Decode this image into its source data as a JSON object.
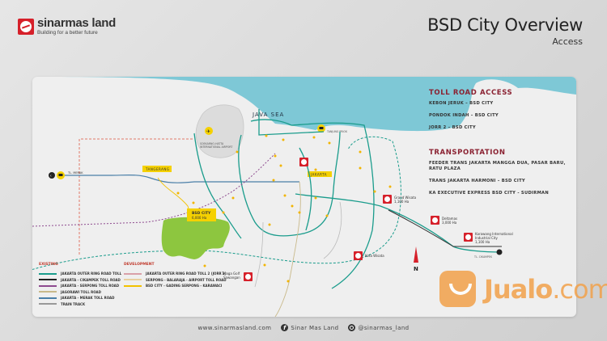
{
  "header": {
    "brand": "sinarmas land",
    "tagline": "Building for a better future",
    "title": "BSD City Overview",
    "subtitle": "Access"
  },
  "map": {
    "sea_label": "JAVA SEA",
    "airport_label": "SOEKARNO-HATTA INTERNATIONAL AIRPORT",
    "port_label": "TANJUNG PRIOK",
    "region_tangerang": "TANGERANG",
    "region_jakarta": "JAKARTA",
    "bsd_city": {
      "name": "BSD CITY",
      "area": "6,000 Ha"
    },
    "grand_wisata": {
      "name": "Grand Wisata",
      "area": "1,100 Ha"
    },
    "deltamas": {
      "name": "Deltamas",
      "area": "3,000 Ha"
    },
    "kiic": {
      "name": "Karawang International Industrial City",
      "area": "1,100 Ha"
    },
    "kota_wisata": {
      "name": "Kota Wisata"
    },
    "telaga_golf": {
      "name": "Telaga Golf Sawangan"
    },
    "toll_merak": "TL. MERAK",
    "toll_cikampek": "TL. CIKAMPEK",
    "north": "N"
  },
  "toll_road_access": {
    "heading": "TOLL ROAD ACCESS",
    "items": [
      "KEBON JERUK – BSD CITY",
      "PONDOK INDAH – BSD CITY",
      "JORR 2 – BSD CITY"
    ]
  },
  "transportation": {
    "heading": "TRANSPORTATION",
    "items": [
      "FEEDER TRANS JAKARTA MANGGA DUA, PASAR BARU, RATU PLAZA",
      "TRANS JAKARTA HARMONI – BSD CITY",
      "KA EXECUTIVE EXPRESS BSD CITY - SUDIRMAN"
    ]
  },
  "legend": {
    "existing_heading": "EXISTING",
    "existing": [
      {
        "label": "JAKARTA OUTER RING ROAD TOLL",
        "color": "#1a9c8c"
      },
      {
        "label": "JAKARTA - CIKAMPEK TOLL ROAD",
        "color": "#222222"
      },
      {
        "label": "JAKARTA - SERPONG TOLL ROAD",
        "color": "#8e4a8f"
      },
      {
        "label": "JAGORAWI TOLL ROAD",
        "color": "#c9b98a"
      },
      {
        "label": "JAKARTA - MERAK TOLL ROAD",
        "color": "#4a7fa8"
      },
      {
        "label": "TRAIN TRACK",
        "color": "#999999"
      }
    ],
    "development_heading": "DEVELOPMENT",
    "development": [
      {
        "label": "JAKARTA OUTER RING ROAD TOLL 2 (JORR 2)",
        "color": "#d9a0a8"
      },
      {
        "label": "SERPONG - BALARAJA - AIRPORT TOLL ROAD",
        "color": "#e8d0a0"
      },
      {
        "label": "BSD CITY - GADING SERPONG - KARAWACI",
        "color": "#f2c200"
      }
    ]
  },
  "footer": {
    "website": "www.sinarmasland.com",
    "facebook": "Sinar Mas Land",
    "instagram": "@sinarmas_land"
  },
  "watermark": {
    "bold": "Jualo",
    "light": ".com"
  }
}
